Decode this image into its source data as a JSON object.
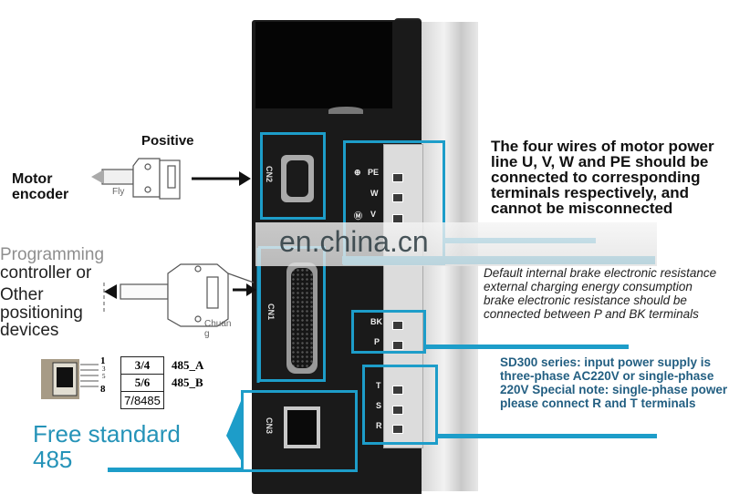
{
  "watermark": "en.china.cn",
  "left_labels": {
    "positive": "Positive",
    "motor_encoder": "Motor encoder",
    "fly_tag": "Fly",
    "programming_line1": "Programming",
    "programming_rest": [
      "controller or",
      "Other",
      "positioning",
      "devices"
    ],
    "chuang_tag": "Chuan g",
    "free_485": [
      "Free standard",
      "485"
    ]
  },
  "rj45_pinout": {
    "port_label": "CN3",
    "pins": [
      "1",
      "3",
      "5",
      "8"
    ],
    "rows": [
      {
        "pins": "3/4",
        "signal": "485_A"
      },
      {
        "pins": "5/6",
        "signal": "485_B"
      },
      {
        "pins": "7/8485",
        "signal": ""
      }
    ]
  },
  "device": {
    "ports": [
      {
        "id": "CN2",
        "label": "CN2"
      },
      {
        "id": "CN1",
        "label": "CN1"
      },
      {
        "id": "CN3",
        "label": "CN3"
      }
    ],
    "motor_terminals": [
      "PE",
      "W",
      "V"
    ],
    "brake_terminals": [
      "BK",
      "P"
    ],
    "power_terminals": [
      "T",
      "S",
      "R"
    ]
  },
  "right_notes": {
    "motor_wires": "The four wires of motor power line U, V, W and PE should be connected to corresponding terminals respectively, and cannot be misconnected",
    "brake_resistor": "Default internal brake electronic resistance external charging energy consumption brake electronic resistance should be connected between P and BK terminals",
    "power_supply": "SD300 series: input power supply is three-phase AC220V or single-phase 220V Special note: single-phase power please connect R and T terminals"
  },
  "colors": {
    "highlight": "#1d9dc9",
    "note_blue": "#235f82",
    "free485": "#2593b8"
  }
}
